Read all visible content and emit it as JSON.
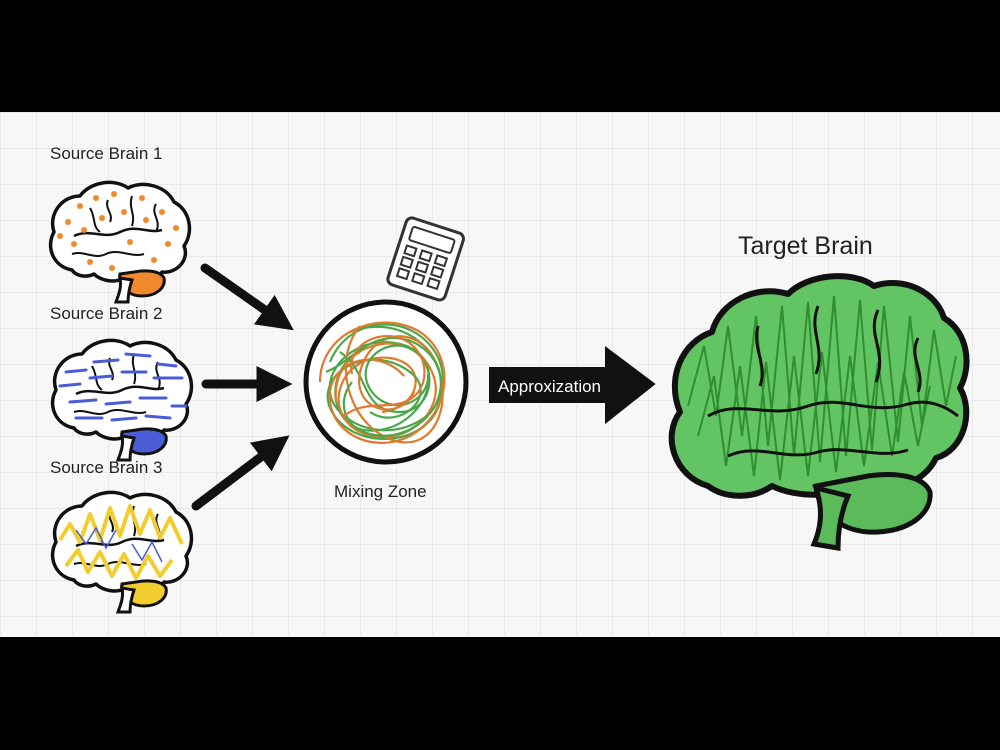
{
  "source_brains": [
    {
      "label": "Source Brain 1",
      "color": "#f08a2c"
    },
    {
      "label": "Source Brain 2",
      "color": "#4a5cd6"
    },
    {
      "label": "Source Brain 3",
      "color": "#f2cd2e"
    }
  ],
  "mixing": {
    "label": "Mixing Zone",
    "colors": [
      "#4aa84a",
      "#e07a2c"
    ]
  },
  "arrow": {
    "label": "Approxization"
  },
  "target": {
    "label": "Target Brain",
    "color": "#46b546"
  },
  "icon": {
    "name": "calculator-icon"
  }
}
